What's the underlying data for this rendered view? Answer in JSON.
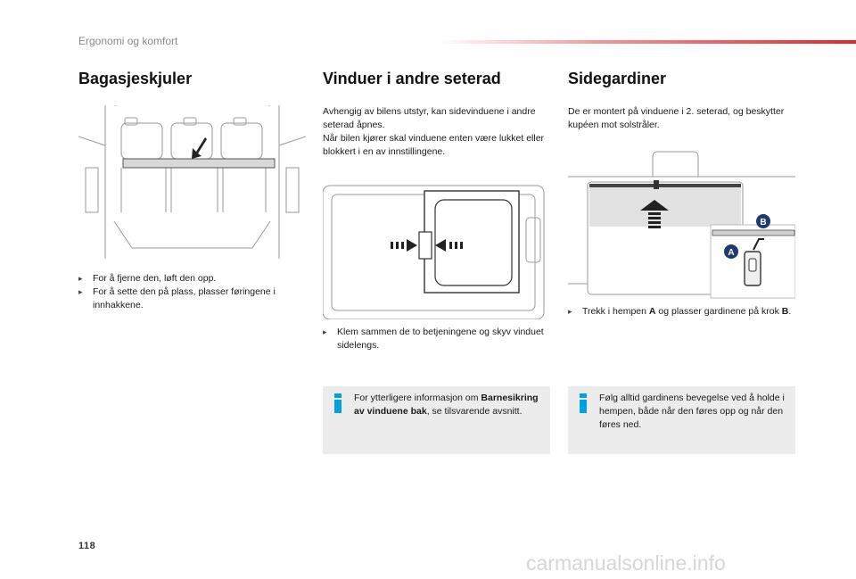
{
  "header": {
    "section": "Ergonomi og komfort"
  },
  "page_number": "118",
  "watermark": "carmanualsonline.info",
  "colors": {
    "accent": "#e3262f",
    "info_icon": "#00a0e3",
    "box_bg": "#ececec"
  },
  "col1": {
    "title": "Bagasjeskjuler",
    "bullets": [
      "For å fjerne den, løft den opp.",
      "For å sette den på plass, plasser føringene i innhakkene."
    ]
  },
  "col2": {
    "title": "Vinduer i andre seterad",
    "intro_1": "Avhengig av bilens utstyr, kan sidevinduene i andre seterad åpnes.",
    "intro_2": "Når bilen kjører skal vinduene enten være lukket eller blokkert i en av innstillingene.",
    "bullet": "Klem sammen de to betjeningene og skyv vinduet sidelengs.",
    "info": {
      "pre": "For ytterligere informasjon om",
      "bold": "Barnesikring av vinduene bak",
      "post": ", se tilsvarende avsnitt."
    }
  },
  "col3": {
    "title": "Sidegardiner",
    "intro": "De er montert på vinduene i 2. seterad, og beskytter kupéen mot solstråler.",
    "bullet": {
      "pre": "Trekk i hempen ",
      "a": "A",
      "mid": " og plasser gardinene på krok ",
      "b": "B",
      "post": "."
    },
    "info": "Følg alltid gardinens bevegelse ved å holde i hempen, både når den føres opp og når den føres ned.",
    "callout_a": "A",
    "callout_b": "B"
  }
}
